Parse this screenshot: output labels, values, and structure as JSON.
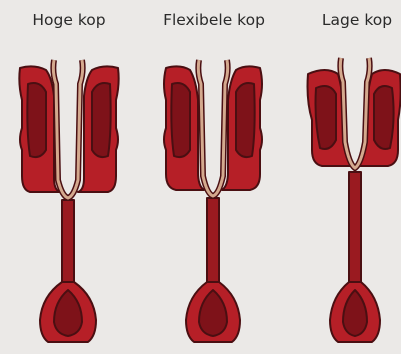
{
  "labels": {
    "high": "Hoge kop",
    "flexible": "Flexibele kop",
    "low": "Lage kop"
  },
  "colors": {
    "background": "#ebe9e7",
    "outline": "#4a0f12",
    "body": "#b61f27",
    "body_dark": "#7e1219",
    "cavity": "#9a1a20",
    "tube": "#d4a98e"
  }
}
